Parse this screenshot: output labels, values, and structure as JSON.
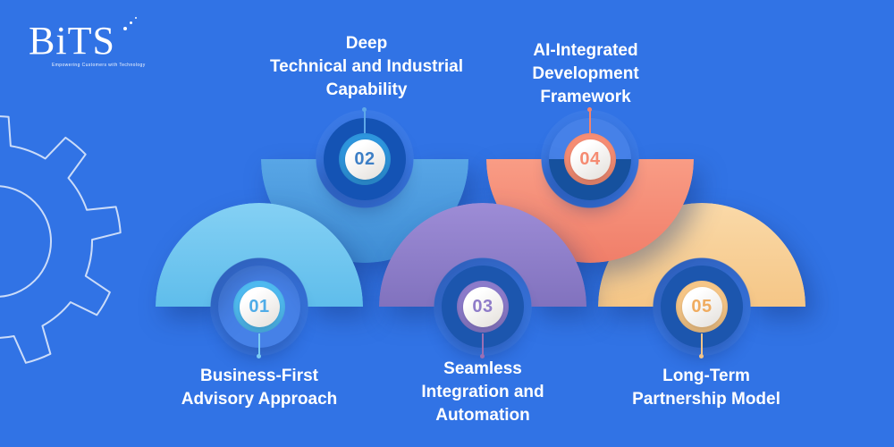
{
  "page": {
    "background": "#3173E5",
    "shadow": "rgba(16,44,110,0.38)"
  },
  "logo": {
    "text": "BiTS",
    "tagline": "Empowering Customers with Technology"
  },
  "items": [
    {
      "number": "01",
      "label": "Business-First\nAdvisory Approach",
      "colors": {
        "arch_top": "#84D0F4",
        "arch_bottom": "#5FBDEB",
        "accent": "#4FBAF0",
        "number": "#4FACE8",
        "medallion": "rgba(255,255,255,0.10)",
        "line": "#7ACBF2"
      }
    },
    {
      "number": "02",
      "label": "Deep\nTechnical and Industrial\nCapability",
      "colors": {
        "arch_top": "#58A6E6",
        "arch_bottom": "#3E8CD4",
        "accent": "#2E96DE",
        "number": "#3D7FC6",
        "medallion": "#1453B4",
        "line": "#5FA8E8"
      }
    },
    {
      "number": "03",
      "label": "Seamless\nIntegration and\nAutomation",
      "colors": {
        "arch_top": "#9D8CD6",
        "arch_bottom": "#8172BE",
        "accent": "#8C7BCB",
        "number": "#8F7CC9",
        "medallion": "#1C56AE",
        "line": "#9B6FB4"
      }
    },
    {
      "number": "04",
      "label": "AI-Integrated\nDevelopment\nFramework",
      "colors": {
        "arch_top": "#F99C85",
        "arch_bottom": "#F07E69",
        "accent": "#F68D74",
        "number": "#F58B72",
        "medallion": "linear-gradient(180deg, rgba(255,255,255,0.10) 50%, #16519E 50%)",
        "line": "#F4836C"
      }
    },
    {
      "number": "05",
      "label": "Long-Term\nPartnership Model",
      "colors": {
        "arch_top": "#FAD9A8",
        "arch_bottom": "#F5C686",
        "accent": "#F6C687",
        "number": "#F0AC60",
        "medallion": "#1C56AE",
        "line": "#F2C488"
      }
    }
  ]
}
